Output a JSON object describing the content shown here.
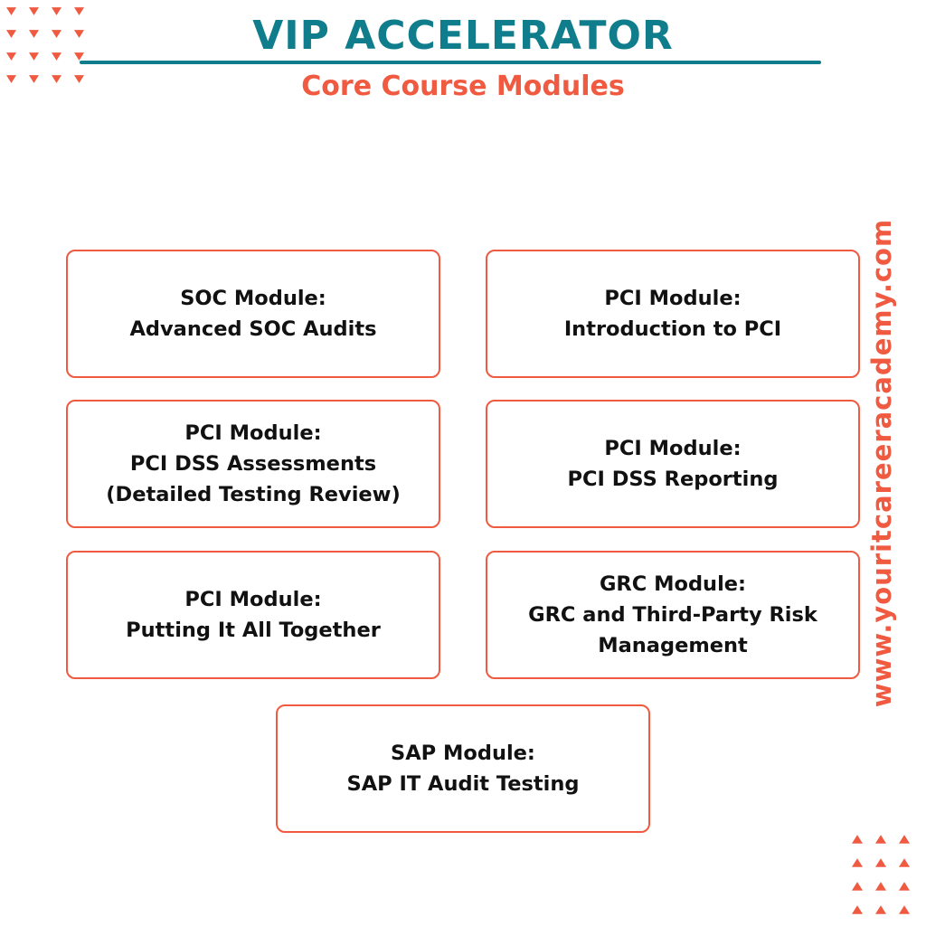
{
  "header": {
    "title": "VIP ACCELERATOR",
    "subtitle": "Core Course Modules"
  },
  "modules": [
    {
      "line1": "SOC Module:",
      "line2": "Advanced SOC Audits",
      "line3": ""
    },
    {
      "line1": "PCI Module:",
      "line2": "Introduction to PCI",
      "line3": ""
    },
    {
      "line1": "PCI Module:",
      "line2": "PCI DSS Assessments",
      "line3": "(Detailed Testing Review)"
    },
    {
      "line1": "PCI Module:",
      "line2": "PCI DSS Reporting",
      "line3": ""
    },
    {
      "line1": "PCI Module:",
      "line2": "Putting It All Together",
      "line3": ""
    },
    {
      "line1": "GRC Module:",
      "line2": "GRC and Third-Party Risk",
      "line3": "Management"
    },
    {
      "line1": "SAP Module:",
      "line2": "SAP IT Audit Testing",
      "line3": ""
    }
  ],
  "website": "www.youritcareeracademy.com",
  "decorations": {
    "top_left_icon": "down-triangle-pattern-icon",
    "bottom_right_icon": "up-triangle-pattern-icon"
  },
  "colors": {
    "teal": "#0f7d8c",
    "coral": "#ef5a40",
    "text": "#111111",
    "background": "#ffffff"
  }
}
